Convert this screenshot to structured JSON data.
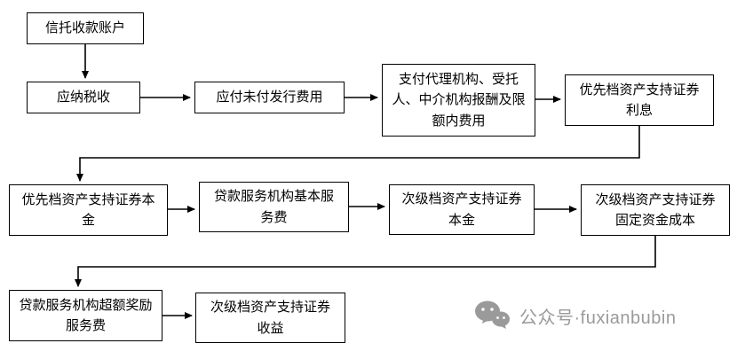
{
  "nodes": {
    "trust_account": {
      "label": "信托收款账户"
    },
    "taxes": {
      "label": "应纳税收"
    },
    "issuance_fees": {
      "label": "应付未付发行费用"
    },
    "agency_fees": {
      "label": "支付代理机构、受托人、中介机构报酬及限额内费用"
    },
    "senior_interest": {
      "label": "优先档资产支持证券利息"
    },
    "senior_principal": {
      "label": "优先档资产支持证券本金"
    },
    "servicer_basic_fee": {
      "label": "贷款服务机构基本服务费"
    },
    "sub_principal": {
      "label": "次级档资产支持证券本金"
    },
    "sub_fixed_cost": {
      "label": "次级档资产支持证券固定资金成本"
    },
    "servicer_excess_fee": {
      "label": "贷款服务机构超额奖励服务费"
    },
    "sub_income": {
      "label": "次级档资产支持证券收益"
    }
  },
  "watermark": {
    "label": "公众号·fuxianbubin",
    "icon": "wechat-icon",
    "color": "#9a9a9a"
  },
  "diagram": {
    "line_color": "#000000",
    "box_border_color": "#000000",
    "background": "#ffffff"
  }
}
